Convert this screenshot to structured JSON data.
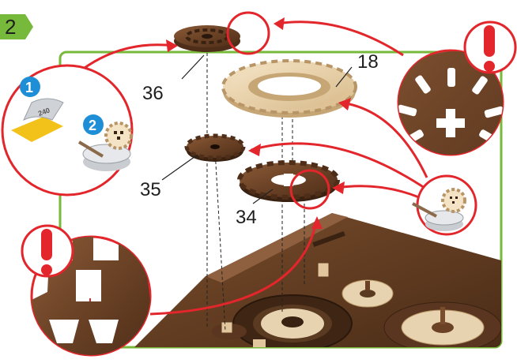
{
  "step": {
    "number": "2",
    "color": "#77b93a"
  },
  "parts": [
    {
      "id": "p36",
      "label": "36"
    },
    {
      "id": "p18",
      "label": "18"
    },
    {
      "id": "p35",
      "label": "35"
    },
    {
      "id": "p34",
      "label": "34"
    }
  ],
  "callouts": {
    "apply_badge": "1",
    "glue_badge": "2",
    "tape_label": "240"
  },
  "colors": {
    "frame": "#77b93a",
    "callout": "#e2262b",
    "wood_dark": "#6b4226",
    "wood_light": "#e8d3b0",
    "badge": "#1e8fd6"
  },
  "icons": [
    "exclamation-icon",
    "tape-roll-icon",
    "glue-stick-icon"
  ]
}
